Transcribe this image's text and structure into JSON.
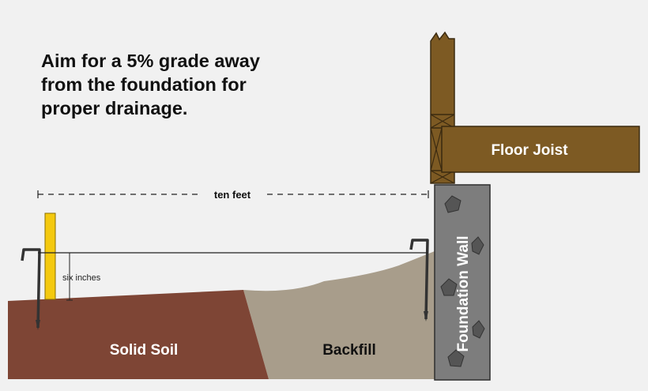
{
  "headline": {
    "lines": [
      "Aim for a 5% grade away",
      "from the foundation for",
      "proper drainage."
    ]
  },
  "labels": {
    "distance": "ten feet",
    "height": "six inches",
    "solid_soil": "Solid Soil",
    "backfill": "Backfill",
    "foundation_wall": "Foundation Wall",
    "floor_joist": "Floor Joist"
  },
  "colors": {
    "background": "#f1f1f1",
    "solid_soil": "#7e4535",
    "backfill": "#a89d8b",
    "foundation": "#7d7d7d",
    "lumber": "#7d5a23",
    "stake": "#f4c90f",
    "rock": "#555555",
    "text_light": "#ffffff",
    "text_dark": "#111111"
  }
}
